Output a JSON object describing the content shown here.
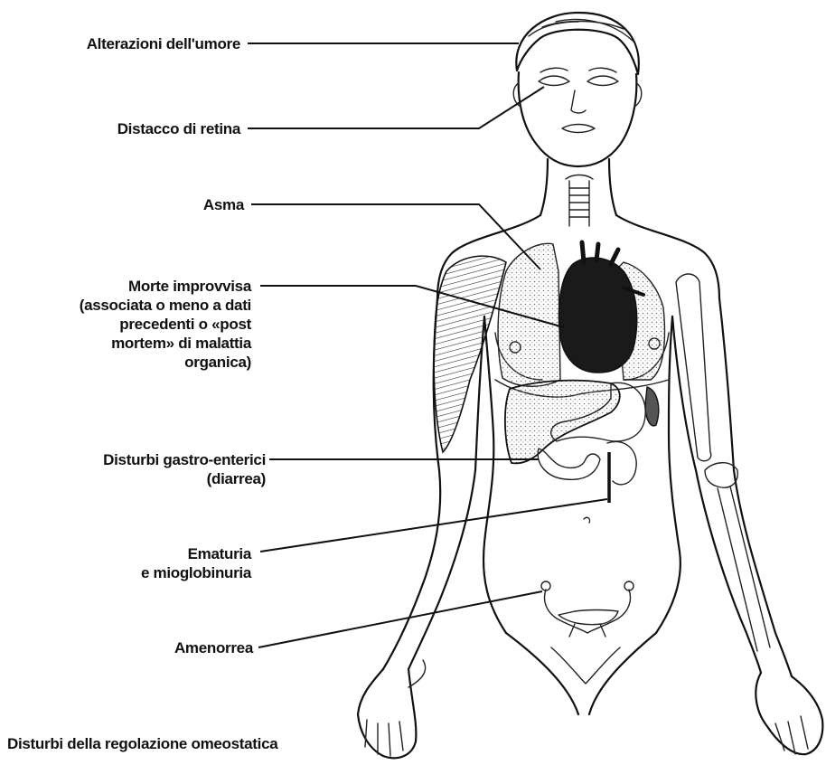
{
  "labels": {
    "mood": "Alterazioni dell'umore",
    "retina": "Distacco di retina",
    "asthma": "Asma",
    "sudden_death": [
      "Morte improvvisa",
      "(associata o meno a dati",
      "precedenti o «post",
      "mortem» di malattia",
      "organica)"
    ],
    "gastro": [
      "Disturbi gastro-enterici",
      "(diarrea)"
    ],
    "hematuria": [
      "Ematuria",
      "e mioglobinuria"
    ],
    "amenorrhea": "Amenorrea",
    "homeostasis": "Disturbi della regolazione omeostatica"
  },
  "colors": {
    "ink": "#111111",
    "background": "#ffffff",
    "organ_fill": "#1a1a1a",
    "stipple": "#888888"
  }
}
